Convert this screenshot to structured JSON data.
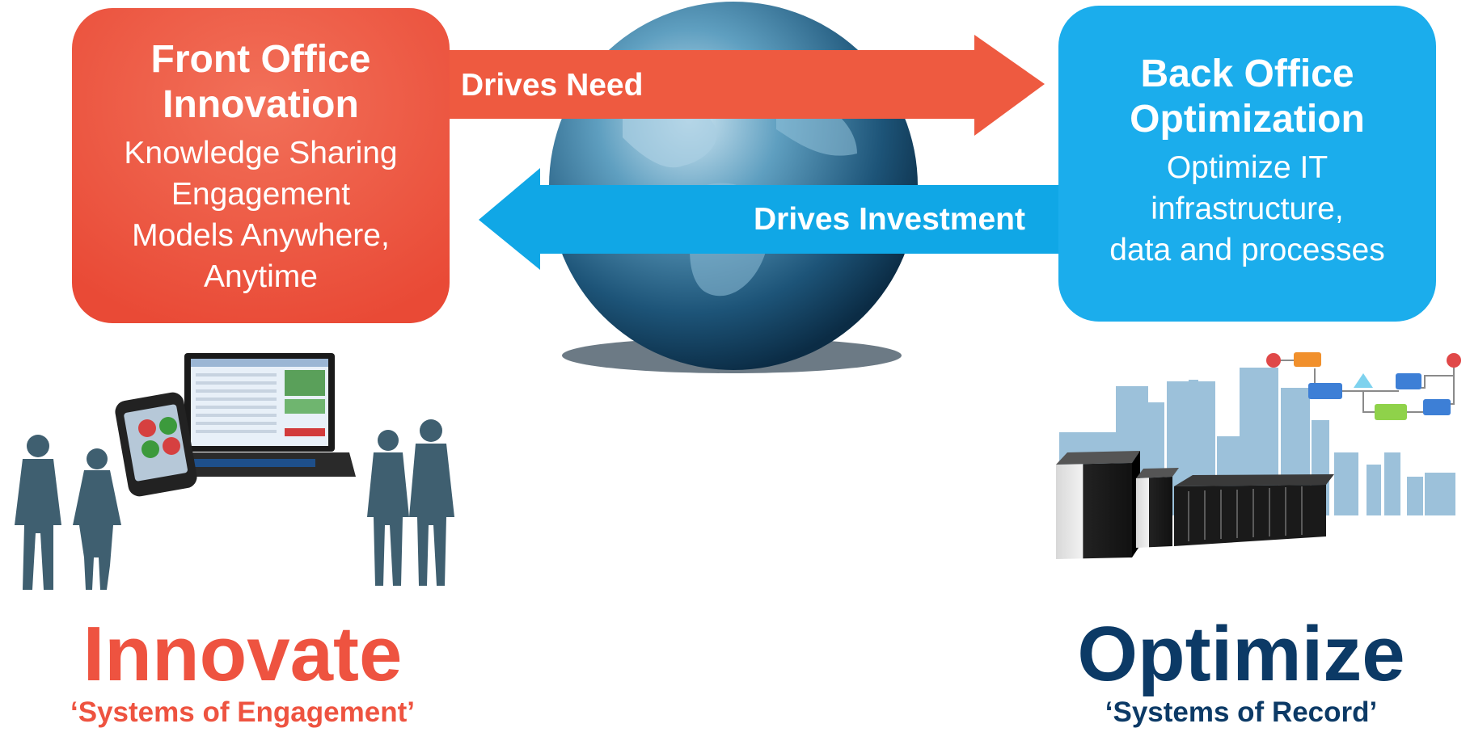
{
  "front_office": {
    "title_lines": [
      "Front Office",
      "Innovation"
    ],
    "body_lines": [
      "Knowledge Sharing",
      "Engagement",
      "Models Anywhere,",
      "Anytime"
    ]
  },
  "back_office": {
    "title_lines": [
      "Back Office",
      "Optimization"
    ],
    "body_lines": [
      "Optimize IT",
      "infrastructure,",
      "data and processes"
    ]
  },
  "arrows": {
    "drives_need": "Drives Need",
    "drives_investment": "Drives Investment"
  },
  "innovate": {
    "title": "Innovate",
    "subtitle": "‘Systems of Engagement’"
  },
  "optimize": {
    "title": "Optimize",
    "subtitle": "‘Systems of Record’"
  },
  "colors": {
    "front_red": "#ee5340",
    "back_blue": "#1badec",
    "arrow_red": "#ee5a40",
    "arrow_blue": "#10a7e6",
    "innovate_red": "#ee5340",
    "optimize_navy": "#0c3a66",
    "silhouette": "#3f5f70",
    "skyline": "#9cc1da"
  },
  "icons": [
    "globe-icon",
    "people-silhouettes-icon",
    "laptop-icon",
    "smartphone-icon",
    "server-icon",
    "city-skyline-icon",
    "process-flow-icon"
  ]
}
